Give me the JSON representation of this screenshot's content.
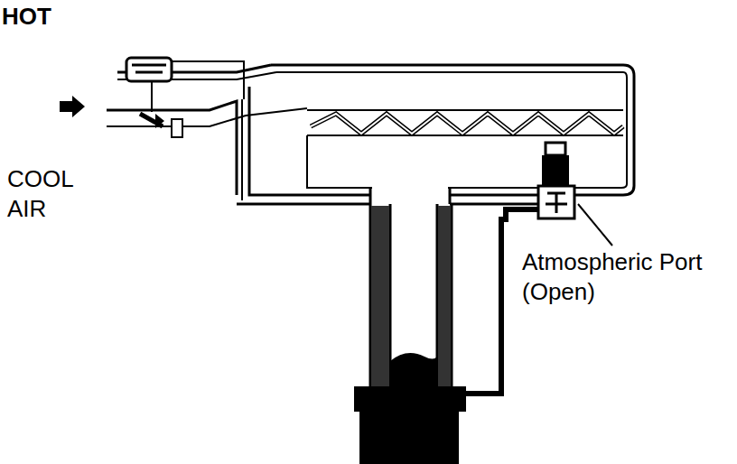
{
  "diagram": {
    "labels": [
      "HOT",
      "COOL AIR",
      "Atmospheric Port (Open)"
    ]
  }
}
